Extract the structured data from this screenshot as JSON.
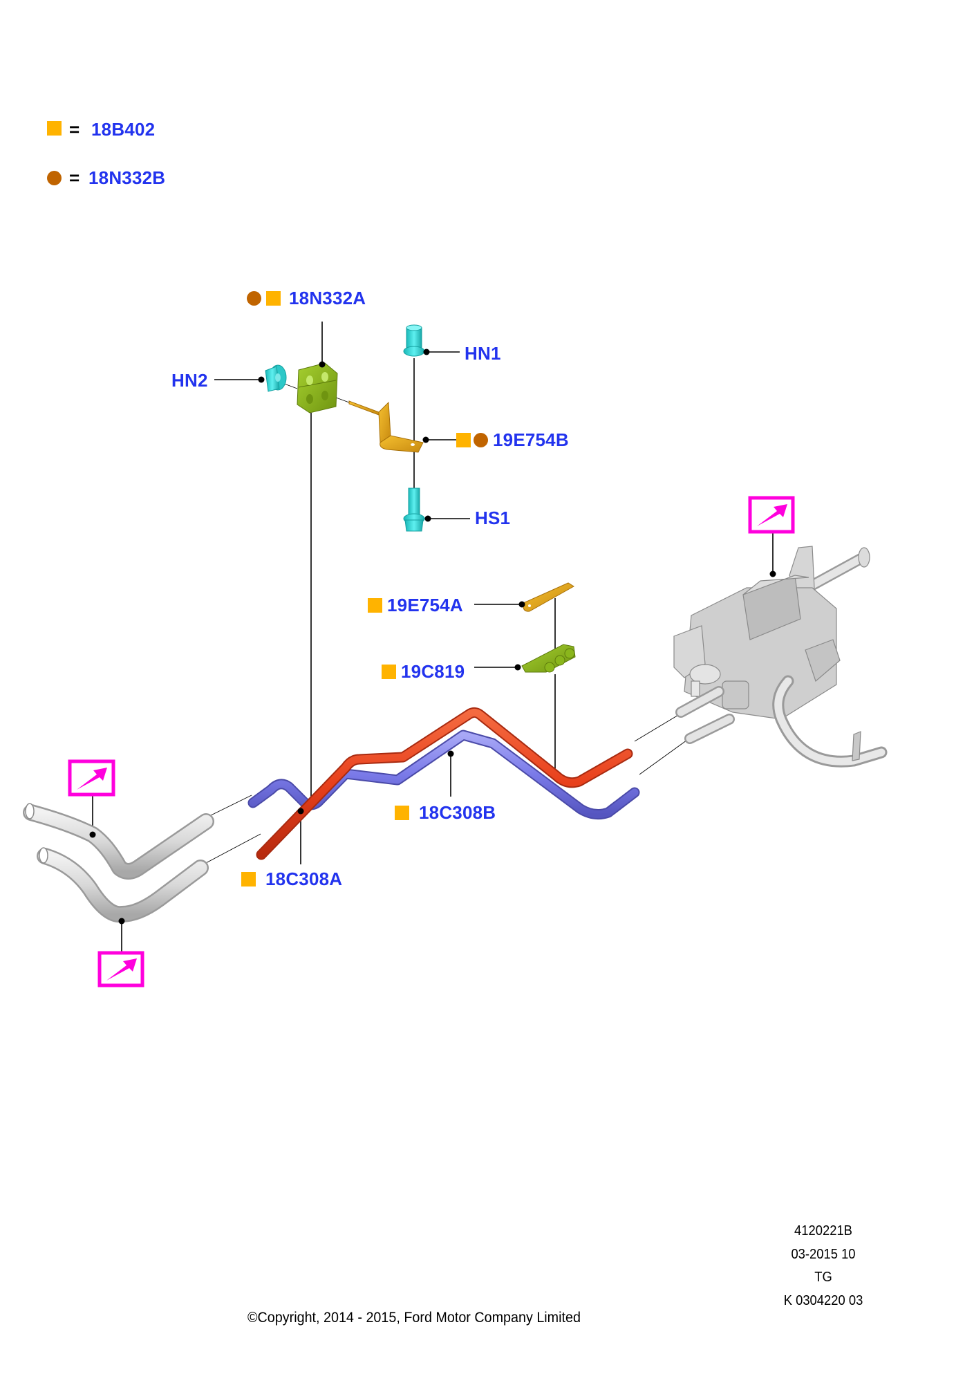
{
  "legend": [
    {
      "symbol": "square",
      "color": "#ffb300",
      "equals": "=",
      "code": "18B402"
    },
    {
      "symbol": "circle",
      "color": "#c06400",
      "equals": "=",
      "code": "18N332B"
    }
  ],
  "callouts": [
    {
      "id": "18N332A",
      "label": "18N332A",
      "markers": [
        "circle",
        "square"
      ]
    },
    {
      "id": "HN1",
      "label": "HN1",
      "markers": []
    },
    {
      "id": "HN2",
      "label": "HN2",
      "markers": []
    },
    {
      "id": "19E754B",
      "label": "19E754B",
      "markers": [
        "square",
        "circle"
      ]
    },
    {
      "id": "HS1",
      "label": "HS1",
      "markers": []
    },
    {
      "id": "19E754A",
      "label": "19E754A",
      "markers": [
        "square"
      ]
    },
    {
      "id": "19C819",
      "label": "19C819",
      "markers": [
        "square"
      ]
    },
    {
      "id": "18C308B",
      "label": "18C308B",
      "markers": [
        "square"
      ]
    },
    {
      "id": "18C308A",
      "label": "18C308A",
      "markers": [
        "square"
      ]
    }
  ],
  "reference_links": [
    {
      "target": "heater-unit",
      "icon": "arrow-link-icon"
    },
    {
      "target": "upper-heater-hose",
      "icon": "arrow-link-icon"
    },
    {
      "target": "lower-heater-hose",
      "icon": "arrow-link-icon"
    }
  ],
  "colors": {
    "label_text": "#2233ee",
    "square_marker": "#ffb300",
    "circle_marker": "#c06400",
    "reference_box": "#ff00dd",
    "hose_red": "#e8401c",
    "hose_blue": "#7a7ae8",
    "fastener": "#33d6d6",
    "clip_green": "#8ab61c",
    "bracket_gold": "#e0a418"
  },
  "meta": {
    "drawing_number": "4120221B",
    "date_line": "03-2015 10",
    "code": "TG",
    "k_number": "K 0304220 03"
  },
  "copyright": "©Copyright, 2014 - 2015, Ford Motor Company Limited"
}
